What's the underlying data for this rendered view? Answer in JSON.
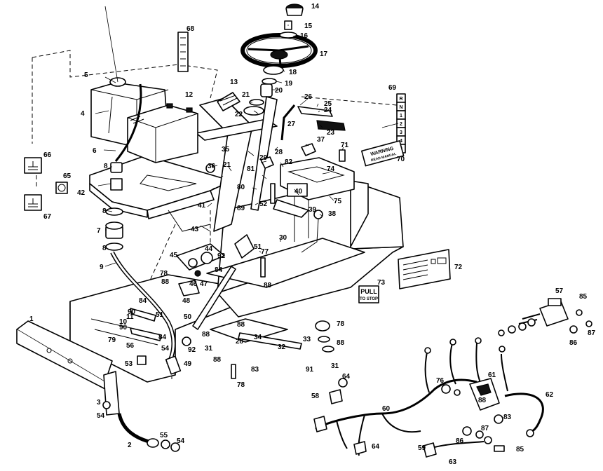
{
  "decals": {
    "warning_line1": "WARNING",
    "warning_line2": "READ MANUAL",
    "pull_line1": "PULL",
    "pull_line2": "TO STOP",
    "panel_69": [
      "R",
      "N",
      "1",
      "2",
      "3",
      "4",
      "5"
    ]
  },
  "callouts": [
    "1",
    "2",
    "3",
    "4",
    "5",
    "6",
    "7",
    "8",
    "8",
    "8",
    "9",
    "10",
    "11",
    "12",
    "13",
    "14",
    "15",
    "16",
    "17",
    "18",
    "19",
    "20",
    "21",
    "21",
    "22",
    "23",
    "24",
    "25",
    "26",
    "27",
    "28",
    "28",
    "29",
    "30",
    "31",
    "31",
    "32",
    "33",
    "34",
    "35",
    "36",
    "37",
    "38",
    "39",
    "40",
    "41",
    "42",
    "43",
    "44",
    "45",
    "46",
    "47",
    "48",
    "49",
    "50",
    "51",
    "51",
    "52",
    "53",
    "54",
    "54",
    "54",
    "55",
    "56",
    "57",
    "58",
    "59",
    "60",
    "61",
    "62",
    "63",
    "64",
    "64",
    "65",
    "66",
    "67",
    "68",
    "69",
    "70",
    "71",
    "72",
    "73",
    "74",
    "75",
    "76",
    "77",
    "78",
    "78",
    "78",
    "79",
    "80",
    "81",
    "82",
    "83",
    "83",
    "84",
    "84",
    "84",
    "85",
    "85",
    "86",
    "86",
    "87",
    "87",
    "88",
    "88",
    "88",
    "88",
    "88",
    "88",
    "88",
    "89",
    "90",
    "90",
    "91",
    "92",
    "92"
  ]
}
